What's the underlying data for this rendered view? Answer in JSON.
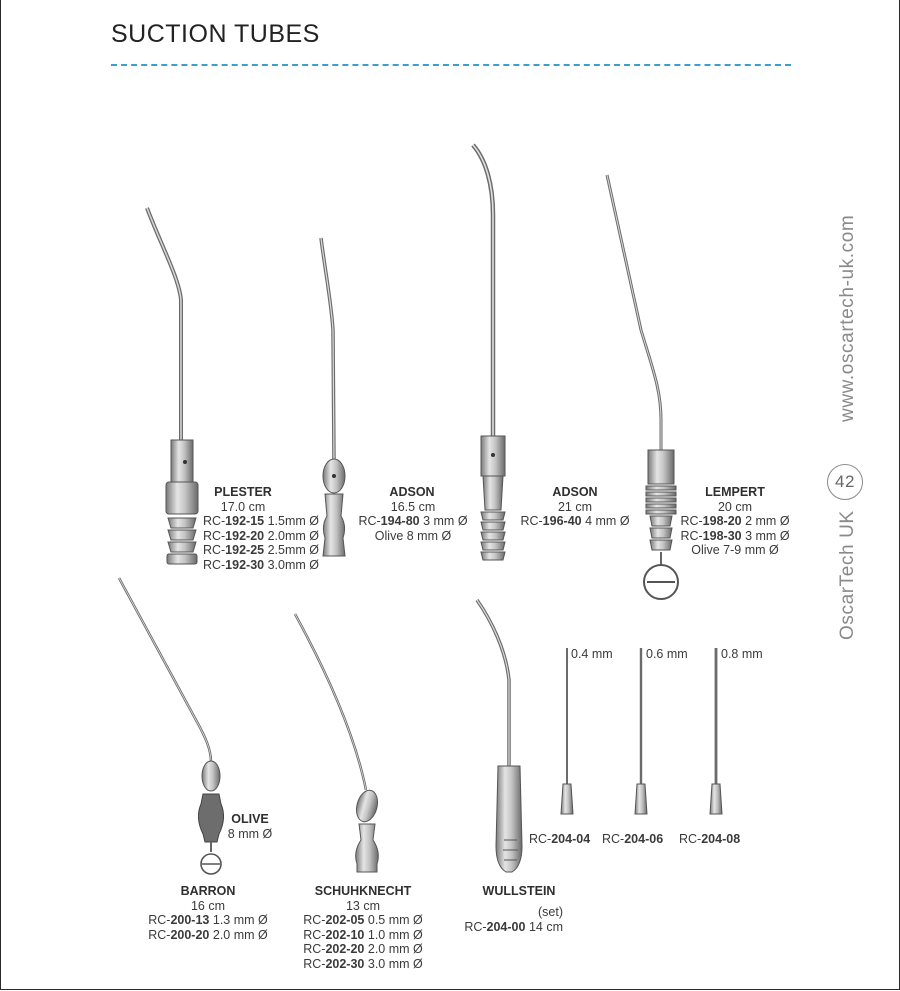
{
  "header": {
    "title": "SUCTION TUBES"
  },
  "sidebar": {
    "website": "www.oscartech-uk.com",
    "page_number": "42",
    "brand": "OscarTech UK"
  },
  "products": {
    "plester": {
      "name": "PLESTER",
      "length": "17.0 cm",
      "codes": [
        {
          "pre": "RC-",
          "num": "192-15",
          "spec": "1.5mm Ø"
        },
        {
          "pre": "RC-",
          "num": "192-20",
          "spec": "2.0mm Ø"
        },
        {
          "pre": "RC-",
          "num": "192-25",
          "spec": "2.5mm Ø"
        },
        {
          "pre": "RC-",
          "num": "192-30",
          "spec": "3.0mm Ø"
        }
      ]
    },
    "adson1": {
      "name": "ADSON",
      "length": "16.5 cm",
      "codes": [
        {
          "pre": "RC-",
          "num": "194-80",
          "spec": "3 mm Ø"
        }
      ],
      "extra": "Olive 8 mm Ø"
    },
    "adson2": {
      "name": "ADSON",
      "length": "21 cm",
      "codes": [
        {
          "pre": "RC-",
          "num": "196-40",
          "spec": "4 mm Ø"
        }
      ]
    },
    "lempert": {
      "name": "LEMPERT",
      "length": "20 cm",
      "codes": [
        {
          "pre": "RC-",
          "num": "198-20",
          "spec": "2 mm Ø"
        },
        {
          "pre": "RC-",
          "num": "198-30",
          "spec": "3 mm Ø"
        }
      ],
      "extra": "Olive 7-9 mm Ø"
    },
    "olive": {
      "name": "OLIVE",
      "spec": "8 mm Ø"
    },
    "barron": {
      "name": "BARRON",
      "length": "16 cm",
      "codes": [
        {
          "pre": "RC-",
          "num": "200-13",
          "spec": "1.3 mm Ø"
        },
        {
          "pre": "RC-",
          "num": "200-20",
          "spec": "2.0 mm Ø"
        }
      ]
    },
    "schuhknecht": {
      "name": "SCHUHKNECHT",
      "length": "13 cm",
      "codes": [
        {
          "pre": "RC-",
          "num": "202-05",
          "spec": "0.5 mm Ø"
        },
        {
          "pre": "RC-",
          "num": "202-10",
          "spec": "1.0 mm Ø"
        },
        {
          "pre": "RC-",
          "num": "202-20",
          "spec": "2.0 mm Ø"
        },
        {
          "pre": "RC-",
          "num": "202-30",
          "spec": "3.0 mm Ø"
        }
      ]
    },
    "wullstein": {
      "name": "WULLSTEIN",
      "set": "(set)",
      "codes": [
        {
          "pre": "RC-",
          "num": "204-00",
          "spec": "14 cm"
        }
      ],
      "tips": [
        {
          "size": "0.4 mm",
          "pre": "RC-",
          "num": "204-04"
        },
        {
          "size": "0.6 mm",
          "pre": "RC-",
          "num": "204-06"
        },
        {
          "size": "0.8 mm",
          "pre": "RC-",
          "num": "204-08"
        }
      ]
    }
  },
  "colors": {
    "accent": "#3a9fd0",
    "steel": "#b9b9b9",
    "steel_dark": "#6e6e6e"
  }
}
